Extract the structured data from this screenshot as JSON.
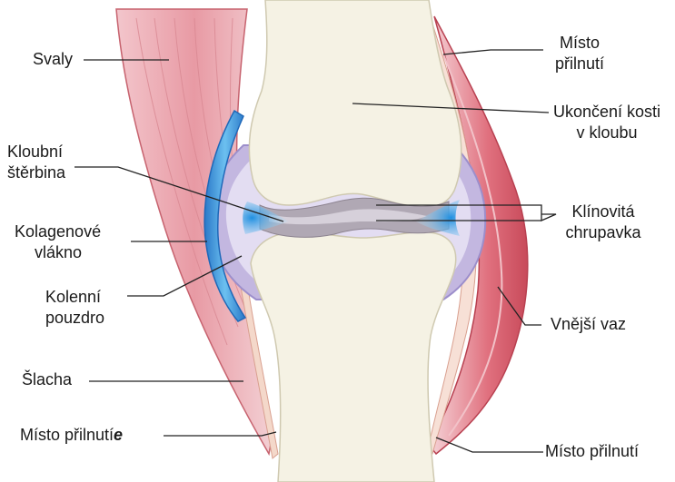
{
  "labels": {
    "svaly": "Svaly",
    "kloubni_sterbina": [
      "Kloubní",
      "štěrbina"
    ],
    "kolagenove_vlakno": [
      "Kolagenové",
      "vlákno"
    ],
    "kolenni_pouzdro": [
      "Kolenní",
      "pouzdro"
    ],
    "slacha": "Šlacha",
    "misto_prilnuti_left": "Místo přilnutí",
    "misto_prilnuti_left_suffix": "e",
    "misto_prilnuti_top": [
      "Místo",
      "přilnutí"
    ],
    "ukonceni_kosti": [
      "Ukončení kosti",
      "v kloubu"
    ],
    "klinovita_chrupavka": [
      "Klínovitá",
      "chrupavka"
    ],
    "vnejsi_vaz": "Vnější vaz",
    "misto_prilnuti_bottom": "Místo přilnutí"
  },
  "colors": {
    "muscle": "#e8a0a8",
    "muscle_dark": "#cf5a68",
    "muscle_light": "#f6d4d8",
    "tendon": "#f6dcd0",
    "bone": "#f6f3e6",
    "bone_edge": "#d9d4bf",
    "capsule": "#b8acd8",
    "fluid": "#ddd6ee",
    "fiber": "#3f8fd8",
    "cartilage_gap": "#a8a0ac",
    "meniscus": "#4fb0e8",
    "leader": "#222222"
  }
}
